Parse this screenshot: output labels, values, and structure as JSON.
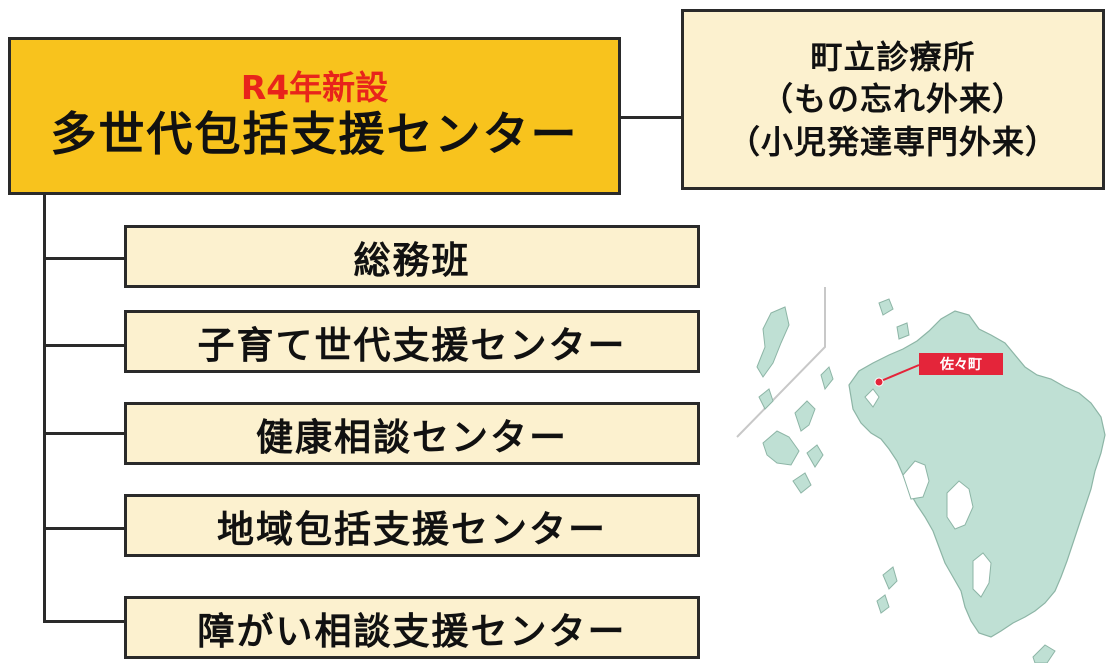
{
  "main_box": {
    "subtitle": "R4年新設",
    "title": "多世代包括支援センター"
  },
  "clinic_box": {
    "lines": [
      "町立診療所",
      "（もの忘れ外来）",
      "（小児発達専門外来）"
    ]
  },
  "sub_units": [
    "総務班",
    "子育て世代支援センター",
    "健康相談センター",
    "地域包括支援センター",
    "障がい相談支援センター"
  ],
  "map": {
    "label": "佐々町"
  },
  "colors": {
    "main_fill": "#f8c31d",
    "box_fill": "#fcf1cf",
    "accent_red": "#e8241b",
    "map_land": "#bfe0d4",
    "label_bg": "#e4253a"
  }
}
